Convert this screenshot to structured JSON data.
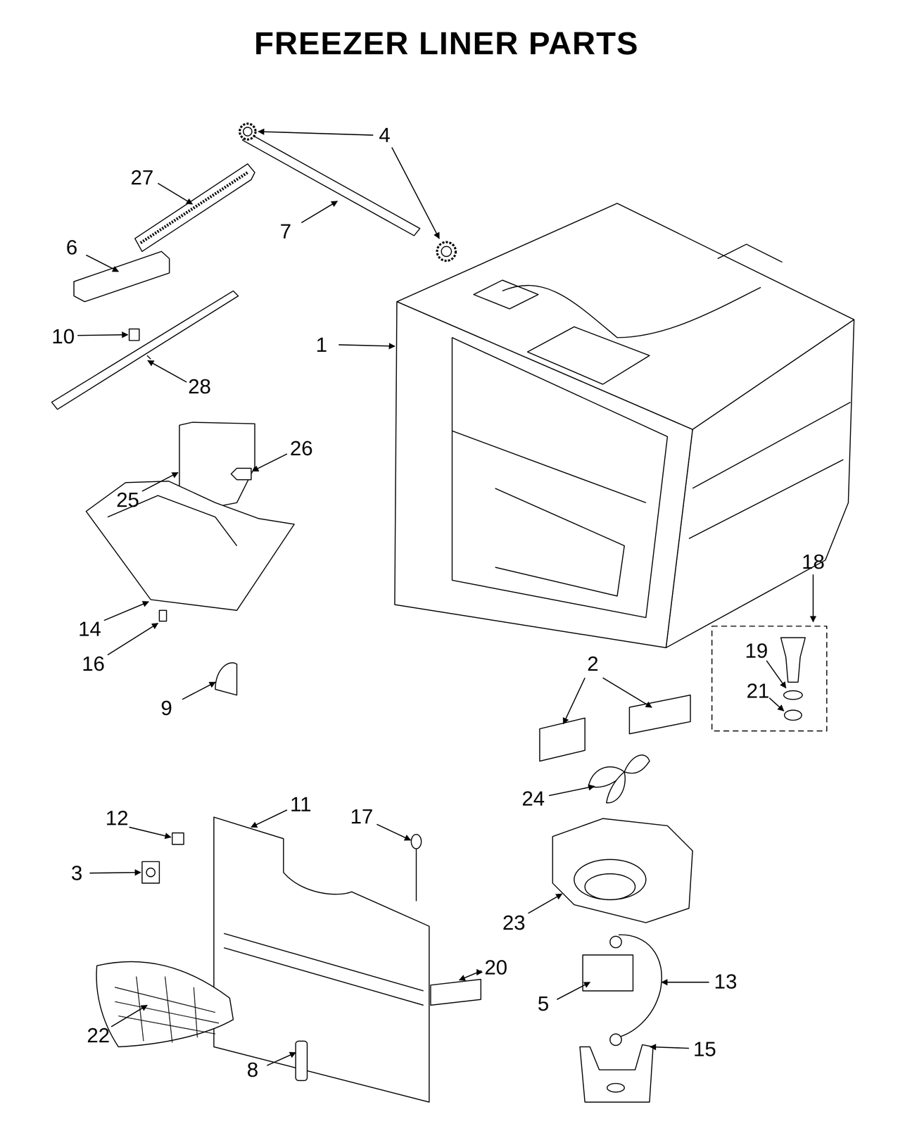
{
  "diagram": {
    "title": "FREEZER LINER PARTS",
    "labels": [
      "4",
      "27",
      "7",
      "6",
      "10",
      "1",
      "28",
      "26",
      "25",
      "18",
      "14",
      "19",
      "21",
      "16",
      "2",
      "9",
      "24",
      "12",
      "11",
      "17",
      "3",
      "23",
      "20",
      "13",
      "5",
      "22",
      "15",
      "8"
    ]
  }
}
